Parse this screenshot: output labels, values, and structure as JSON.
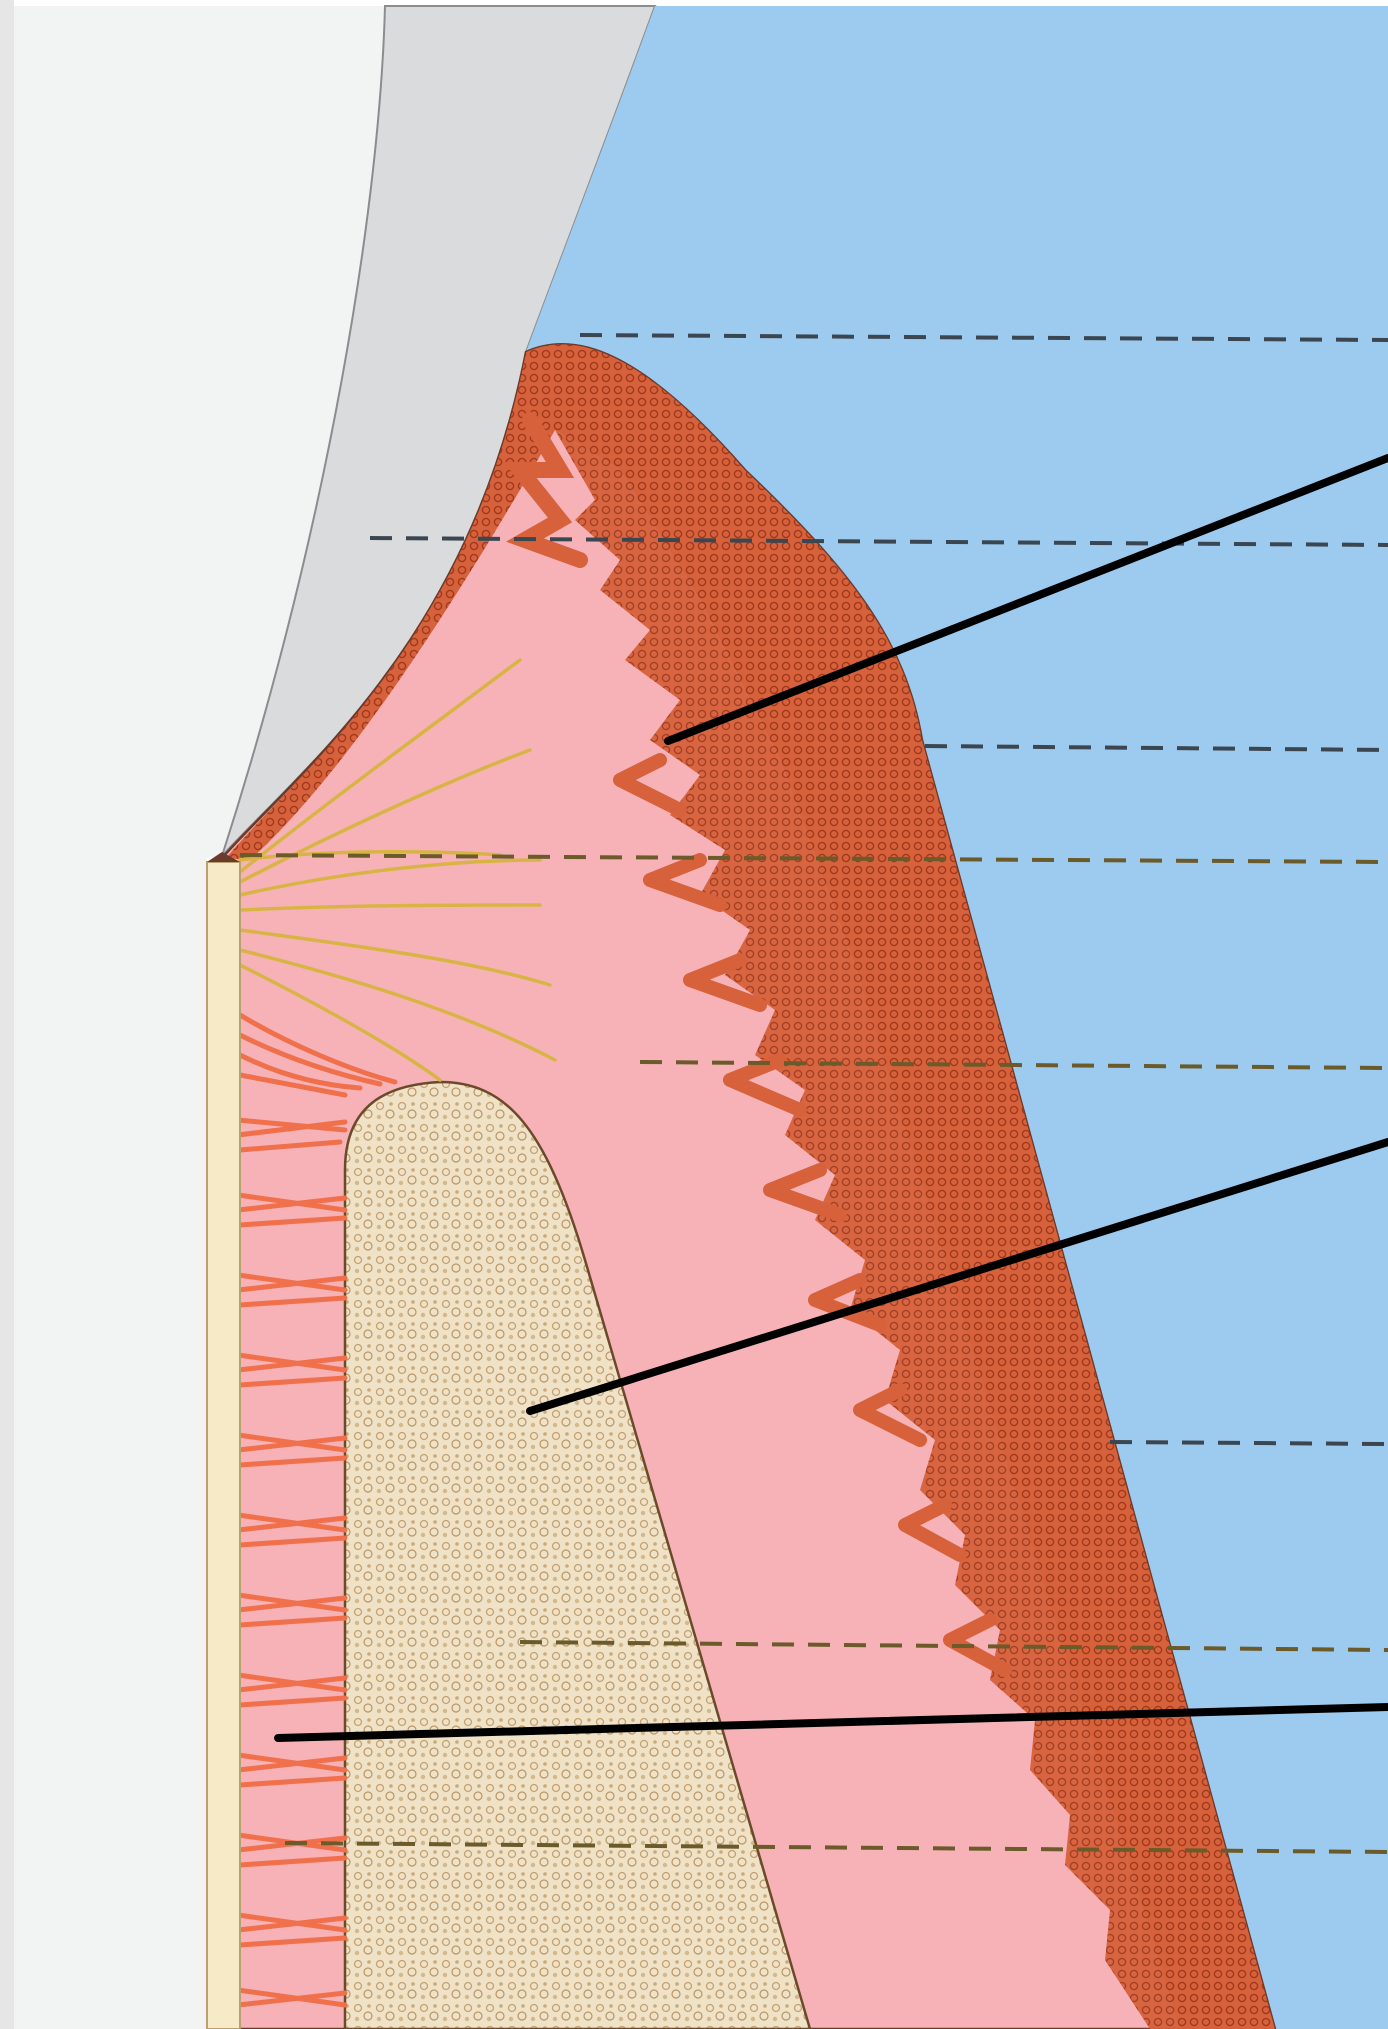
{
  "figure": {
    "subject": "periodontium-cross-section",
    "labels": []
  },
  "colors": {
    "background": "#ffffff",
    "tooth_surface": "#f2f3f3",
    "enamel": "#dadcdd",
    "oral_cavity": "#9ccbef",
    "gingiva": "#f7b2b8",
    "epithelium": "#d6613a",
    "epithelium_cells": "#b94a2a",
    "alveolar_bone": "#efe2c6",
    "bone_speckle": "#c9a97a",
    "cementum": "#f7ebc7",
    "pdl_fibers": "#f0704c",
    "gingival_fibers": "#d8b445",
    "dashed_lines": "#2a3a44",
    "leader_lines": "#000000"
  },
  "regions": [
    {
      "name": "tooth-crown-surface"
    },
    {
      "name": "enamel-layer"
    },
    {
      "name": "oral-cavity"
    },
    {
      "name": "gingiva-connective-tissue"
    },
    {
      "name": "oral-gingival-epithelium"
    },
    {
      "name": "alveolar-bone-crest"
    },
    {
      "name": "cementum-layer"
    },
    {
      "name": "periodontal-ligament-fibers"
    },
    {
      "name": "gingival-fiber-bundle"
    }
  ],
  "leader_lines": [
    {
      "name": "leader-line-gingiva",
      "target": "gingiva-connective-tissue"
    },
    {
      "name": "leader-line-bone",
      "target": "alveolar-bone-crest"
    },
    {
      "name": "leader-line-ligament",
      "target": "periodontal-ligament-fibers"
    }
  ],
  "level_lines_count": 8
}
